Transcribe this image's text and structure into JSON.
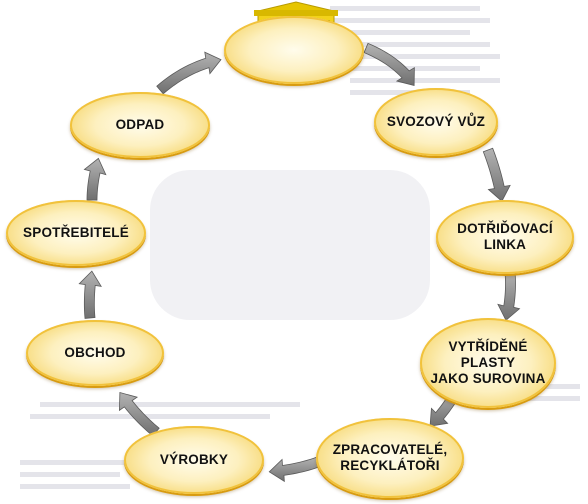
{
  "cycle": {
    "steps": [
      {
        "id": "top",
        "label": ""
      },
      {
        "id": "svozovy",
        "label": "SVOZOVÝ VŮZ"
      },
      {
        "id": "dotridovaci",
        "label": "DOTŘIĎOVACÍ\nLINKA"
      },
      {
        "id": "vytridene",
        "label": "VYTŘÍDĚNÉ\nPLASTY\nJAKO SUROVINA"
      },
      {
        "id": "zpracovatele",
        "label": "ZPRACOVATELÉ,\nRECYKLÁTOŘI"
      },
      {
        "id": "vyrobky",
        "label": "VÝROBKY"
      },
      {
        "id": "obchod",
        "label": "OBCHOD"
      },
      {
        "id": "spotrebitele",
        "label": "SPOTŘEBITELÉ"
      },
      {
        "id": "odpad",
        "label": "ODPAD"
      }
    ]
  },
  "colors": {
    "node_fill": "#fdf0bf",
    "node_border": "#efbe34",
    "arrow_fill": "#8c8c8c",
    "bin_yellow": "#f2d21a"
  },
  "icons": {
    "bin": "waste-container-icon",
    "arrow": "cycle-arrow-icon"
  }
}
